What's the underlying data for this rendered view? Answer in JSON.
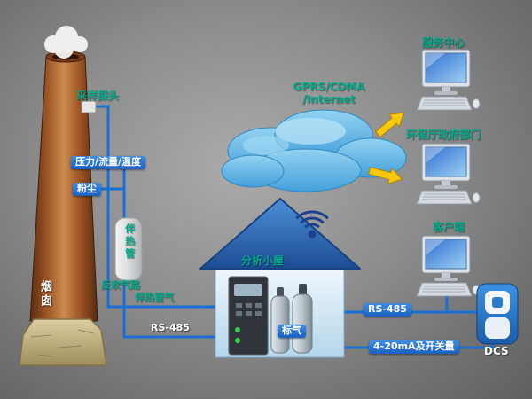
{
  "diagram": {
    "chimney": {
      "label": "烟囱",
      "probe": "采样探头",
      "sensors": "压力/流量/温度",
      "dust": "粉尘"
    },
    "sampling": {
      "heated_line": "伴热管",
      "blowback": "反吹气路",
      "heated_gas": "伴热管气",
      "rs485_left": "RS-485"
    },
    "cabin": {
      "label": "分析小屋",
      "std_gas": "标气"
    },
    "network": {
      "cloud_line1": "GPRS/CDMA",
      "cloud_line2": "/Internet"
    },
    "stations": {
      "service_center": "服务中心",
      "government": "环保厅政府部门",
      "client": "客户端"
    },
    "links": {
      "rs485_right": "RS-485",
      "analog": "4-20mA及开关量"
    },
    "dcs": {
      "label": "DCS"
    }
  },
  "colors": {
    "label_teal": "#00ab8c",
    "line_blue": "#1a6fd4",
    "bar_blue": "#1f6fd0",
    "cloud_blue": "#5fb3e4",
    "arrow_yellow": "#f7c70e",
    "roof_blue": "#2a62b0",
    "wall_blue": "#d9ecf8",
    "chimney_brown": "#9c5524"
  }
}
